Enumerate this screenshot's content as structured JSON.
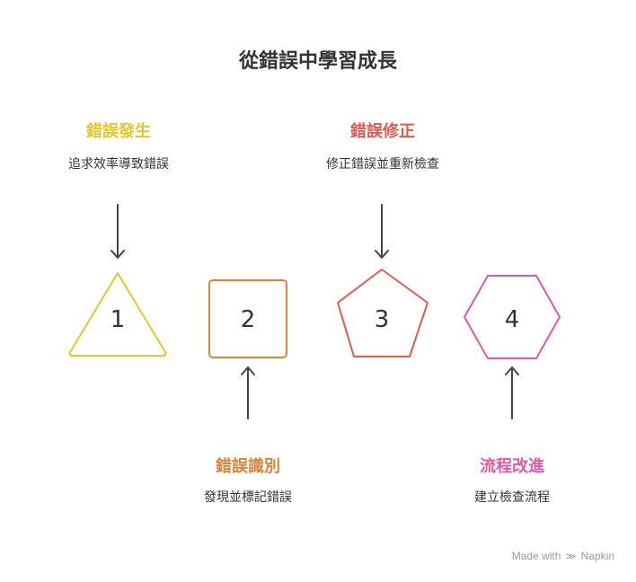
{
  "title": "從錯誤中學習成長",
  "colors": {
    "step1": "#e2c82a",
    "step2": "#d9843a",
    "step3": "#e05a50",
    "step4": "#de5aa8",
    "text": "#333333",
    "arrow": "#444444"
  },
  "steps": [
    {
      "number": "1",
      "label": "錯誤發生",
      "description": "追求效率導致錯誤",
      "shape": "triangle"
    },
    {
      "number": "2",
      "label": "錯誤識別",
      "description": "發現並標記錯誤",
      "shape": "square"
    },
    {
      "number": "3",
      "label": "錯誤修正",
      "description": "修正錯誤並重新檢查",
      "shape": "pentagon"
    },
    {
      "number": "4",
      "label": "流程改進",
      "description": "建立檢查流程",
      "shape": "hexagon"
    }
  ],
  "watermark": {
    "prefix": "Made with",
    "brand": "Napkin",
    "icon": "napkin-logo-icon"
  }
}
